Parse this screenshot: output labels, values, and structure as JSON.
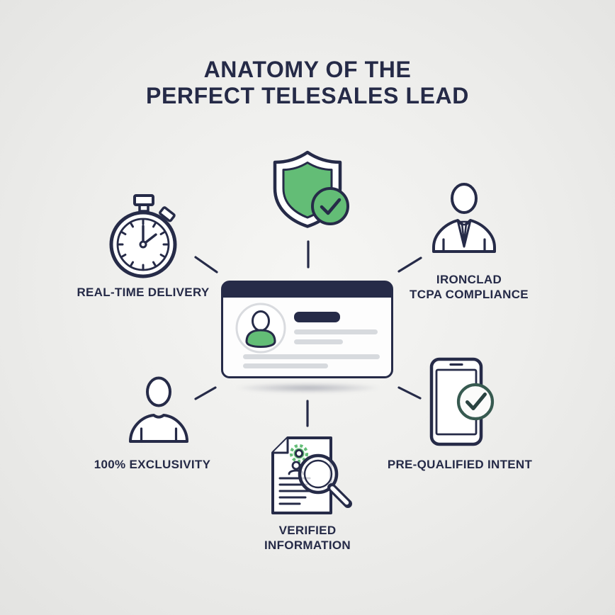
{
  "title": {
    "line1": "ANATOMY OF THE",
    "line2": "PERFECT TELESALES LEAD"
  },
  "center_card": {
    "icon": "lead-contact-card",
    "avatar_icon": "avatar-person-icon"
  },
  "features": [
    {
      "position": "top",
      "icon": "shield-check-icon",
      "label": ""
    },
    {
      "position": "left",
      "icon": "stopwatch-icon",
      "label": "REAL-TIME DELIVERY"
    },
    {
      "position": "right",
      "icon": "businessperson-icon",
      "label": "IRONCLAD\nTCPA COMPLIANCE"
    },
    {
      "position": "bottom-left",
      "icon": "person-icon",
      "label": "100% EXCLUSIVITY"
    },
    {
      "position": "bottom-center",
      "icon": "document-magnifier-icon",
      "label": "VERIFIED\nINFORMATION"
    },
    {
      "position": "bottom-right",
      "icon": "phone-check-icon",
      "label": "PRE-QUALIFIED INTENT"
    }
  ],
  "colors": {
    "navy": "#262b48",
    "green": "#63bd76",
    "card_bar_gray": "#d7dade",
    "avatar_ring_gray": "#d9dbdf",
    "phone_check_ring": "#375a50",
    "background_center": "#f6f6f4",
    "background_edge": "#e3e3e1"
  }
}
